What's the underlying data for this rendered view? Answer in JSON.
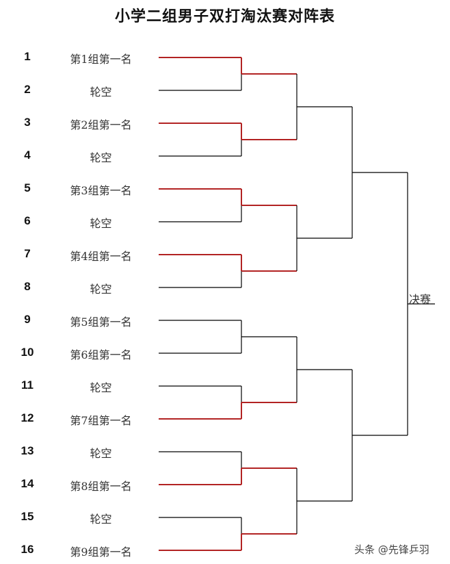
{
  "title": "小学二组男子双打淘汰赛对阵表",
  "players": [
    {
      "seed": "1",
      "name": "第1组第一名",
      "advanced": true
    },
    {
      "seed": "2",
      "name": "轮空",
      "advanced": false
    },
    {
      "seed": "3",
      "name": "第2组第一名",
      "advanced": true
    },
    {
      "seed": "4",
      "name": "轮空",
      "advanced": false
    },
    {
      "seed": "5",
      "name": "第3组第一名",
      "advanced": true
    },
    {
      "seed": "6",
      "name": "轮空",
      "advanced": false
    },
    {
      "seed": "7",
      "name": "第4组第一名",
      "advanced": true
    },
    {
      "seed": "8",
      "name": "轮空",
      "advanced": false
    },
    {
      "seed": "9",
      "name": "第5组第一名",
      "advanced": false
    },
    {
      "seed": "10",
      "name": "第6组第一名",
      "advanced": false
    },
    {
      "seed": "11",
      "name": "轮空",
      "advanced": false
    },
    {
      "seed": "12",
      "name": "第7组第一名",
      "advanced": true
    },
    {
      "seed": "13",
      "name": "轮空",
      "advanced": false
    },
    {
      "seed": "14",
      "name": "第8组第一名",
      "advanced": true
    },
    {
      "seed": "15",
      "name": "轮空",
      "advanced": false
    },
    {
      "seed": "16",
      "name": "第9组第一名",
      "advanced": true
    }
  ],
  "final_label": "决赛",
  "watermark": "头条 @先锋乒羽",
  "colors": {
    "line": "#000000",
    "advance": "#b22222",
    "text": "#333333"
  }
}
